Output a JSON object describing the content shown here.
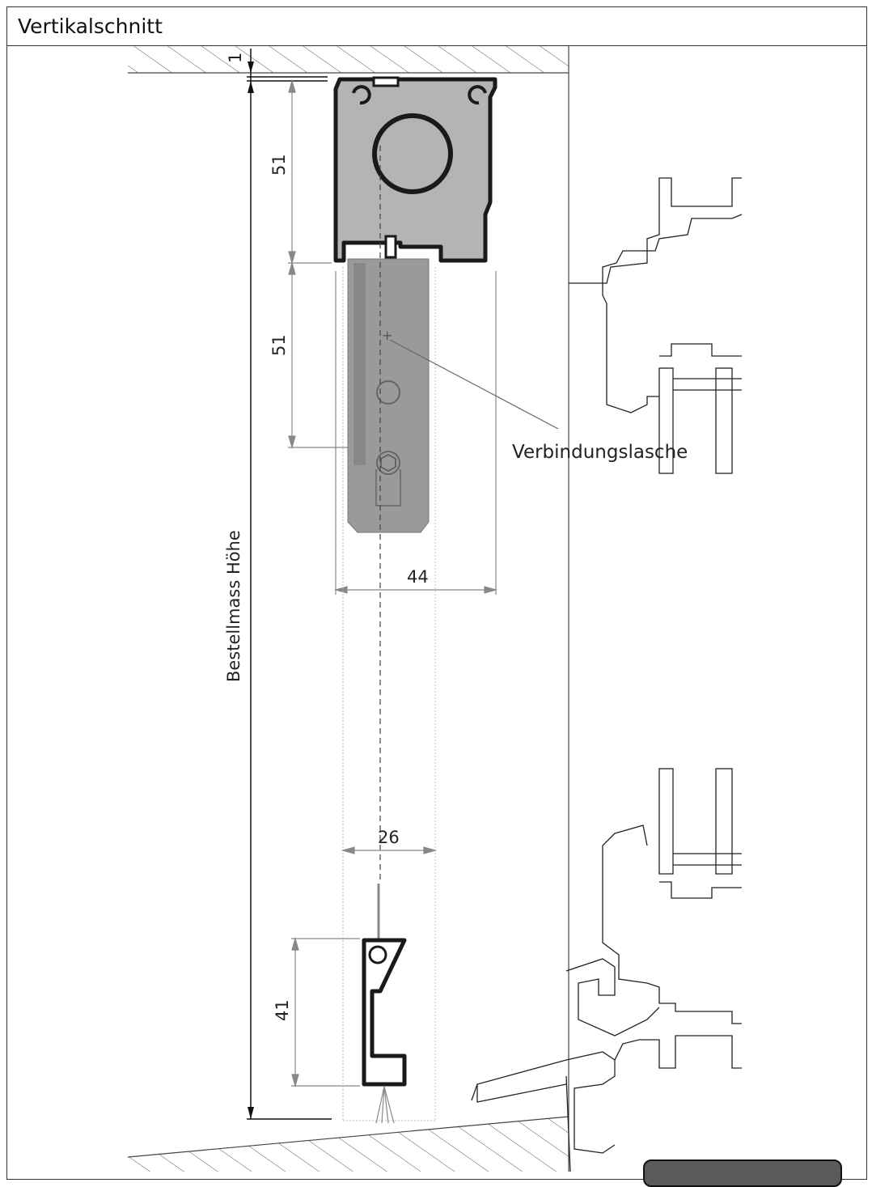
{
  "title": "Vertikalschnitt",
  "dimensions": {
    "gap_top": "1",
    "box_height": "51",
    "lower_height": "51",
    "box_width": "44",
    "rail_width": "26",
    "bottom_rail_height": "41"
  },
  "labels": {
    "order_height": "Bestellmass Höhe",
    "connector": "Verbindungslasche"
  },
  "colors": {
    "profile_fill": "#b4b4b4",
    "guide_fill": "#9a9a9a",
    "line": "#1a1a1a"
  }
}
